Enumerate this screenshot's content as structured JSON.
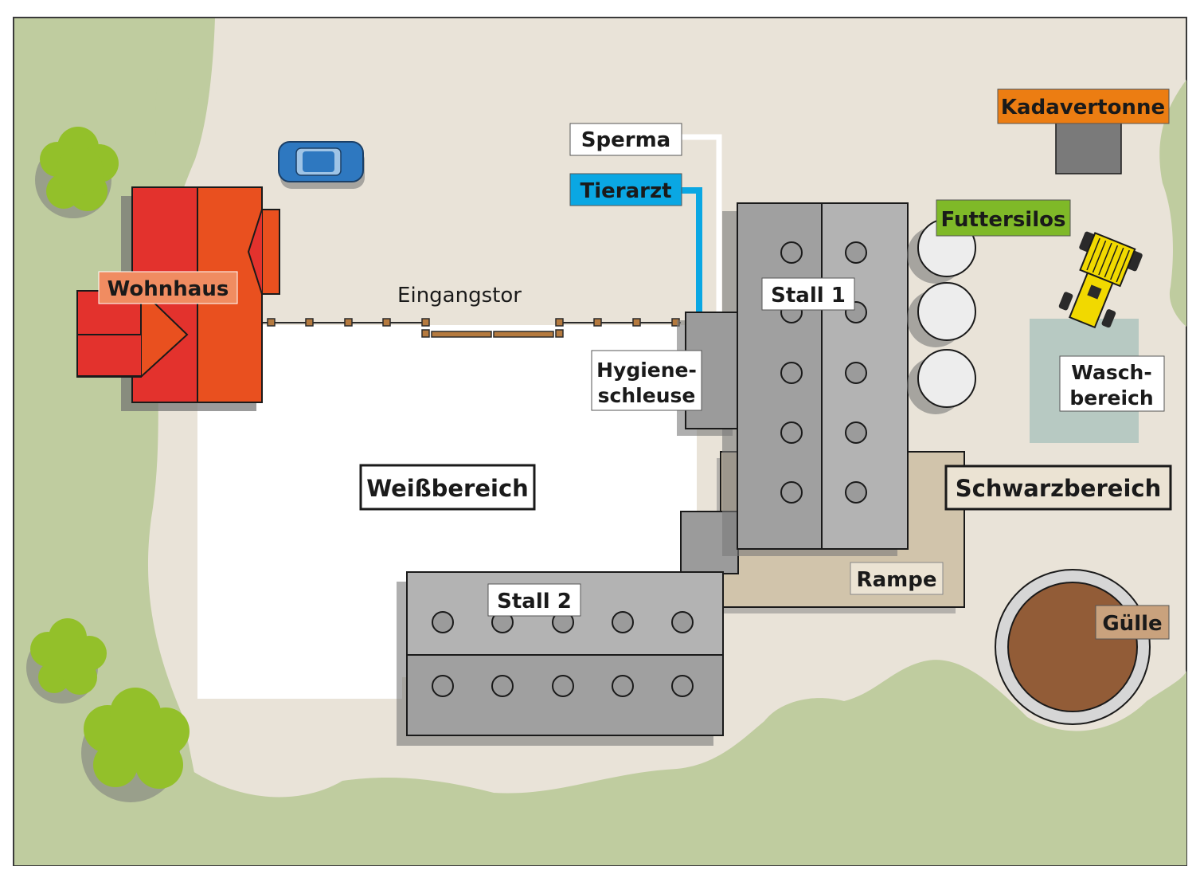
{
  "labels": {
    "wohnhaus": "Wohnhaus",
    "eingangstor": "Eingangstor",
    "sperma": "Sperma",
    "tierarzt": "Tierarzt",
    "stall1": "Stall 1",
    "futtersilos": "Futtersilos",
    "kadavertonne": "Kadavertonne",
    "hygieneschleuse_line1": "Hygiene-",
    "hygieneschleuse_line2": "schleuse",
    "waschbereich_line1": "Wasch-",
    "waschbereich_line2": "bereich",
    "weissbereich": "Weißbereich",
    "schwarzbereich": "Schwarzbereich",
    "rampe": "Rampe",
    "stall2": "Stall 2",
    "guelle": "Gülle"
  },
  "colors": {
    "ground": "#e9e3d8",
    "vegetation": "#bfcc9f",
    "tree": "#93c02a",
    "white_area": "#ffffff",
    "building_dark": "#9b9b9b",
    "building_light": "#b3b3b3",
    "roof_red": "#e3322d",
    "roof_orange": "#e9501f",
    "wohnhaus_label": "#f08c61",
    "tierarzt": "#0aa7e3",
    "futtersilos": "#7fb928",
    "kadavertonne": "#ec7d12",
    "rampe": "#d1c4ab",
    "guelle_label": "#c9a27d",
    "slurry": "#925c37",
    "wash_area": "#b7c9c2",
    "car": "#2e78c0",
    "tractor": "#f1d900"
  },
  "icons": [
    "car-icon",
    "tractor-icon",
    "tree-icon",
    "silo-icon",
    "slurry-tank-icon"
  ]
}
